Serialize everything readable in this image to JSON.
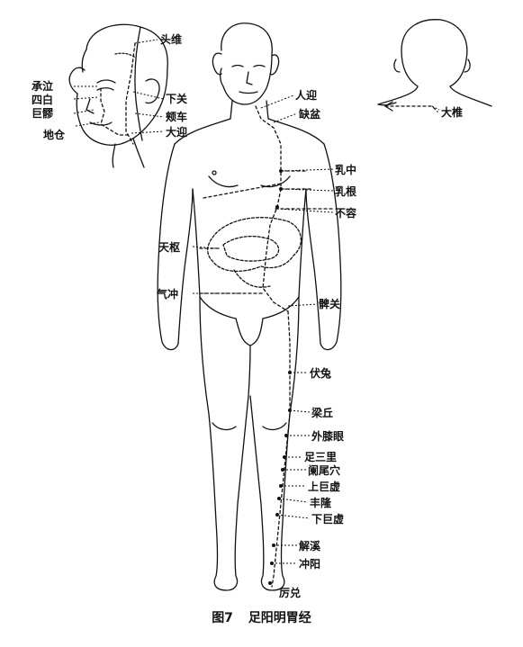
{
  "figure": {
    "caption_number": "图7",
    "caption_title": "足阳明胃经"
  },
  "labels": {
    "touwei": "头维",
    "chengqi": "承泣",
    "sibai": "四白",
    "juliao": "巨髎",
    "dicang": "地仓",
    "xiaguan": "下关",
    "jiache": "颊车",
    "daying": "大迎",
    "renying": "人迎",
    "quepen": "缺盆",
    "dazhui": "大椎",
    "ruzhong": "乳中",
    "rugen": "乳根",
    "burong": "不容",
    "tianshu": "天枢",
    "qichong": "气冲",
    "biguan": "髀关",
    "futu": "伏兔",
    "liangqiu": "梁丘",
    "waixiyan": "外膝眼",
    "zusanli": "足三里",
    "lanweixue": "阑尾穴",
    "shangjuxu": "上巨虚",
    "fenglong": "丰隆",
    "xiajuxu": "下巨虚",
    "jiexi": "解溪",
    "chongyang": "冲阳",
    "lidui": "厉兑"
  }
}
